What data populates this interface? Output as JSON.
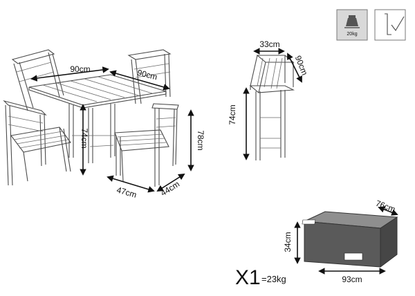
{
  "dimensions": {
    "table_width_a": "90cm",
    "table_width_b": "90cm",
    "table_height": "74cm",
    "chair_height": "78cm",
    "chair_depth": "47cm",
    "chair_width": "44cm",
    "folded_width": "33cm",
    "folded_length": "90cm",
    "folded_height": "74cm",
    "box_depth": "76cm",
    "box_height": "34cm",
    "box_length": "93cm"
  },
  "package": {
    "count": "X1",
    "weight": "=23kg"
  },
  "icons": {
    "weight_badge": "20kg"
  }
}
